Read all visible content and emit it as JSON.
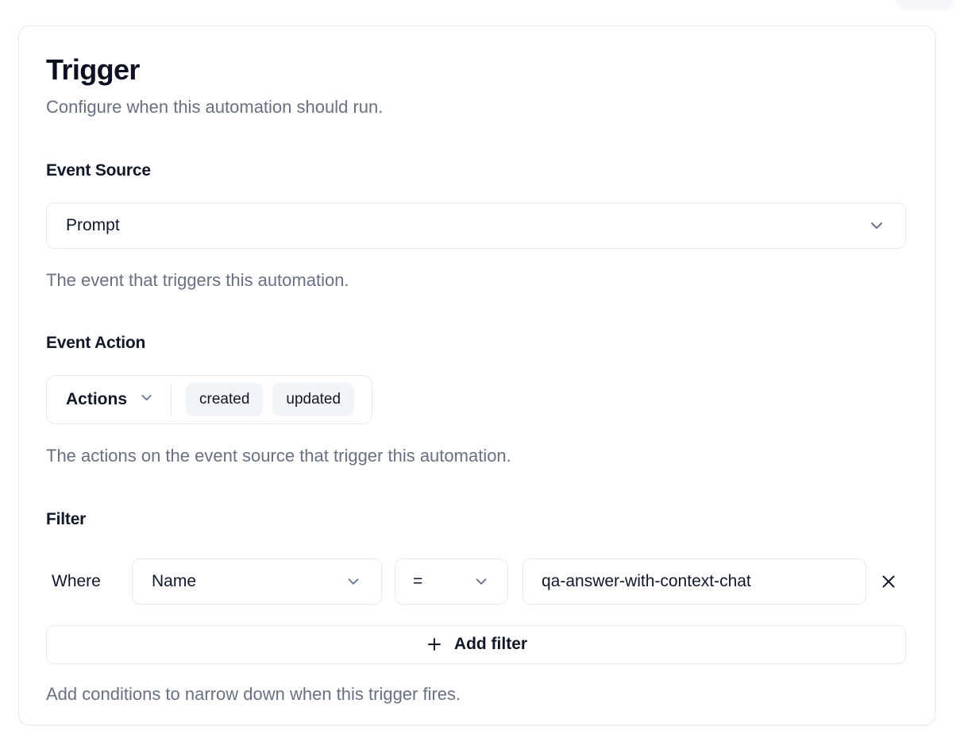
{
  "page": {
    "title": "Trigger",
    "subtitle": "Configure when this automation should run."
  },
  "event_source": {
    "label": "Event Source",
    "selected": "Prompt",
    "help": "The event that triggers this automation."
  },
  "event_action": {
    "label": "Event Action",
    "dropdown_label": "Actions",
    "selected_actions": [
      "created",
      "updated"
    ],
    "help": "The actions on the event source that trigger this automation."
  },
  "filter": {
    "label": "Filter",
    "rows": [
      {
        "prefix": "Where",
        "field": "Name",
        "operator": "=",
        "value": "qa-answer-with-context-chat"
      }
    ],
    "add_button_label": "Add filter",
    "help": "Add conditions to narrow down when this trigger fires."
  },
  "icons": {
    "chevron_down": "chevron-down",
    "close": "x-mark",
    "plus": "plus"
  },
  "colors": {
    "text_primary": "#0f172a",
    "text_muted": "#687081",
    "border": "#e6e9f0",
    "badge_bg": "#f1f4f9",
    "card_bg": "#ffffff"
  }
}
